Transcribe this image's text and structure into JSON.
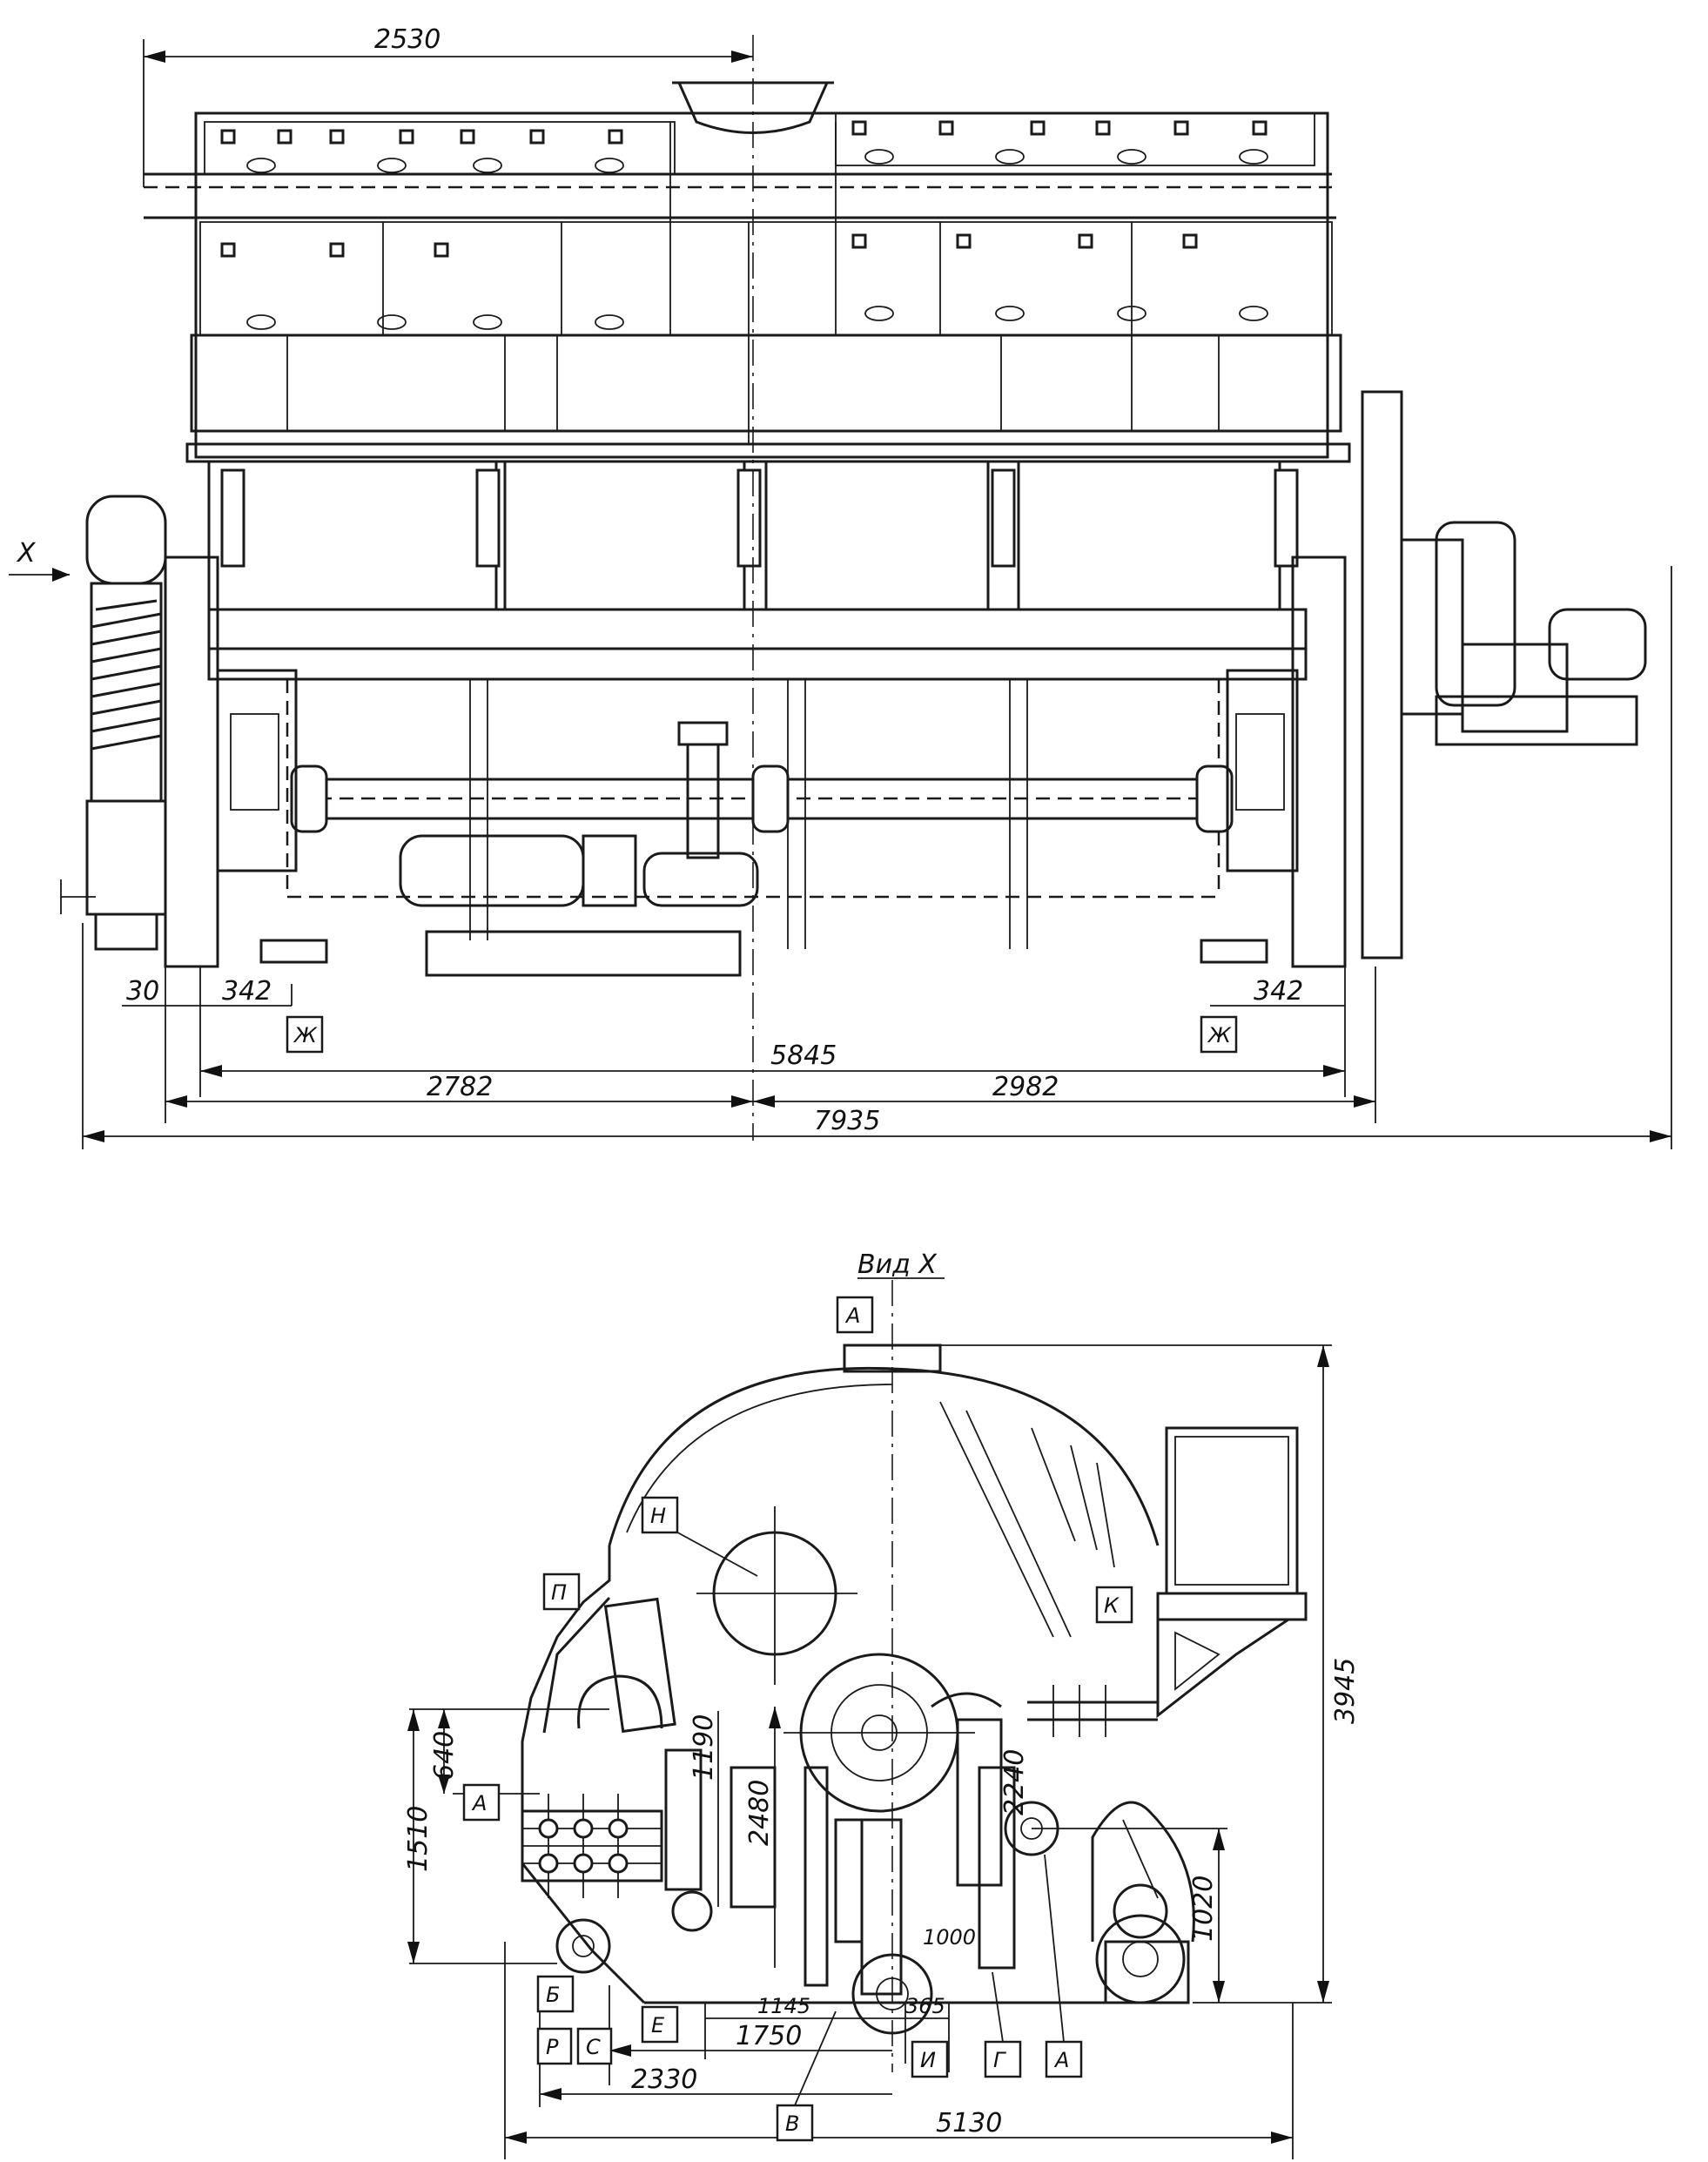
{
  "top_view": {
    "dims": {
      "top_span": "2530",
      "left_small": "30",
      "left_342": "342",
      "right_342": "342",
      "center": "5845",
      "left_half": "2782",
      "right_half": "2982",
      "total": "7935"
    },
    "labels": {
      "view_arrow": "X",
      "section_left": "Ж",
      "section_right": "Ж"
    }
  },
  "bottom_view": {
    "title": "Вид X",
    "dims": {
      "height_total": "3945",
      "d640": "640",
      "d1510": "1510",
      "d1190": "1190",
      "d2480": "2480",
      "d2240": "2240",
      "d1020": "1020",
      "d1000": "1000",
      "d1145": "1145",
      "d365": "365",
      "d1750": "1750",
      "d2330": "2330",
      "d5130": "5130"
    },
    "labels": {
      "top_a": "А",
      "n": "Н",
      "p": "П",
      "k": "К",
      "left_a": "А",
      "b": "Б",
      "r": "Р",
      "s": "С",
      "e": "Е",
      "v": "В",
      "i": "И",
      "g": "Г",
      "right_a": "А"
    }
  }
}
